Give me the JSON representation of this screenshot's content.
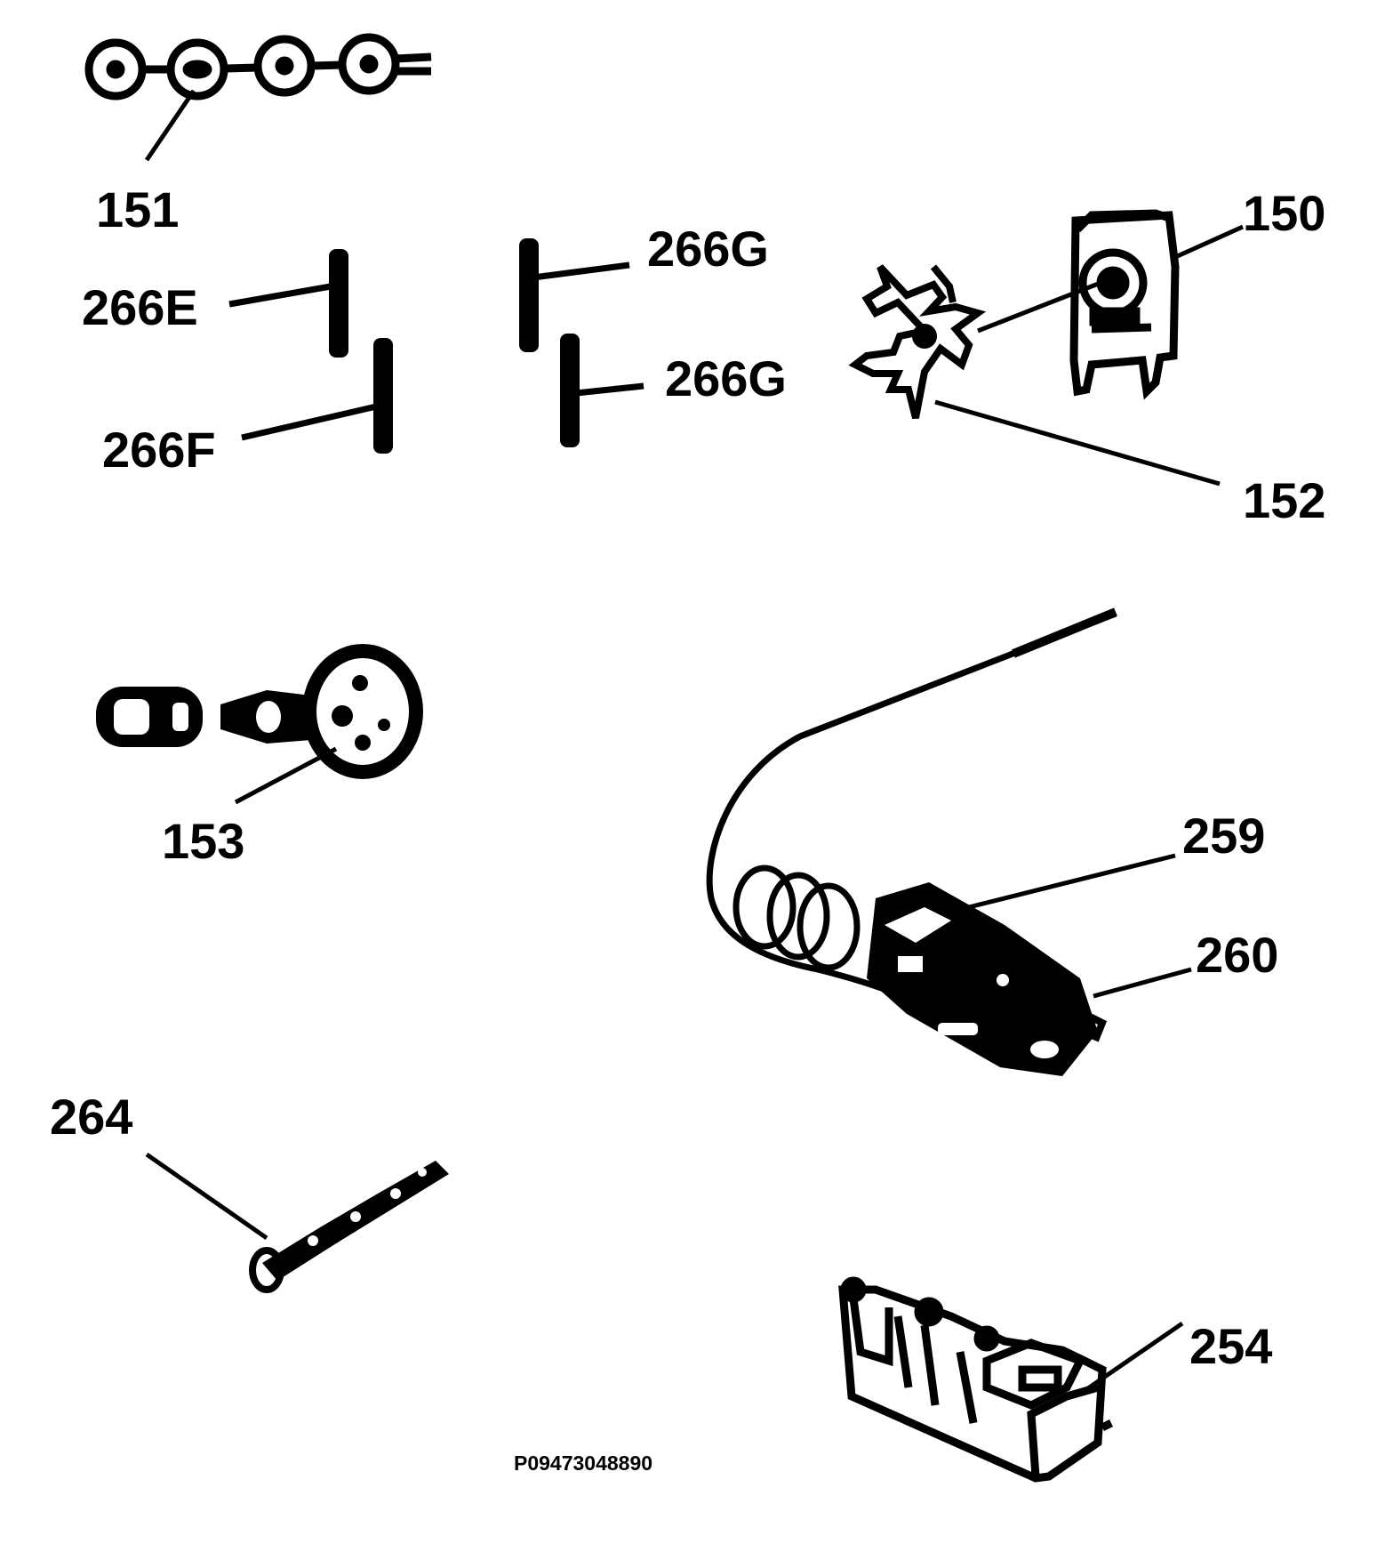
{
  "callouts": {
    "p151": "151",
    "p150": "150",
    "p266e": "266E",
    "p266g_top": "266G",
    "p266g_bottom": "266G",
    "p266f": "266F",
    "p152": "152",
    "p153": "153",
    "p259": "259",
    "p260": "260",
    "p264": "264",
    "p254": "254"
  },
  "drawing_code": "P09473048890",
  "colors": {
    "ink": "#000000",
    "paper": "#ffffff"
  }
}
